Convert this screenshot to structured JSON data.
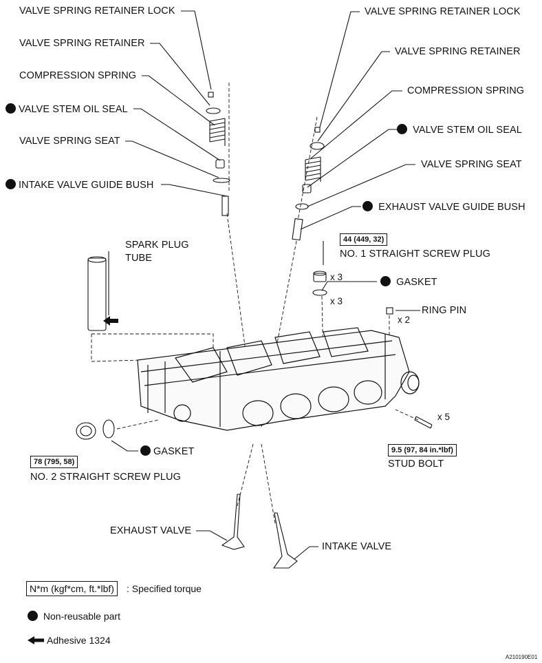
{
  "labels": {
    "left": {
      "retainer_lock": "VALVE SPRING RETAINER LOCK",
      "retainer": "VALVE SPRING RETAINER",
      "spring": "COMPRESSION SPRING",
      "oil_seal": "VALVE STEM OIL SEAL",
      "spring_seat": "VALVE SPRING SEAT",
      "guide_bush": "INTAKE VALVE GUIDE BUSH"
    },
    "right": {
      "retainer_lock": "VALVE SPRING RETAINER LOCK",
      "retainer": "VALVE SPRING RETAINER",
      "spring": "COMPRESSION SPRING",
      "oil_seal": "VALVE STEM OIL SEAL",
      "spring_seat": "VALVE SPRING SEAT",
      "guide_bush": "EXHAUST VALVE GUIDE BUSH"
    },
    "spark_plug_tube_1": "SPARK PLUG",
    "spark_plug_tube_2": "TUBE",
    "no1_plug": "NO. 1 STRAIGHT SCREW PLUG",
    "gasket_right": "GASKET",
    "ring_pin": "RING PIN",
    "gasket_left": "GASKET",
    "no2_plug": "NO. 2 STRAIGHT SCREW PLUG",
    "stud_bolt": "STUD BOLT",
    "exhaust_valve": "EXHAUST VALVE",
    "intake_valve": "INTAKE VALVE"
  },
  "torques": {
    "no1_plug": "44 (449, 32)",
    "no2_plug": "78 (795, 58)",
    "stud_bolt": "9.5 (97, 84 in.*lbf)"
  },
  "multipliers": {
    "plug_x3": "x 3",
    "gasket_x3": "x 3",
    "ring_pin_x2": "x 2",
    "stud_x5": "x 5"
  },
  "legend": {
    "torque_box": "N*m (kgf*cm, ft.*lbf)",
    "torque_text": ": Specified torque",
    "non_reusable": "Non-reusable part",
    "adhesive": "Adhesive 1324"
  },
  "figure_code": "A210190E01",
  "icons": {
    "non_reusable": "filled-circle-icon",
    "adhesive": "arrow-left-icon"
  }
}
